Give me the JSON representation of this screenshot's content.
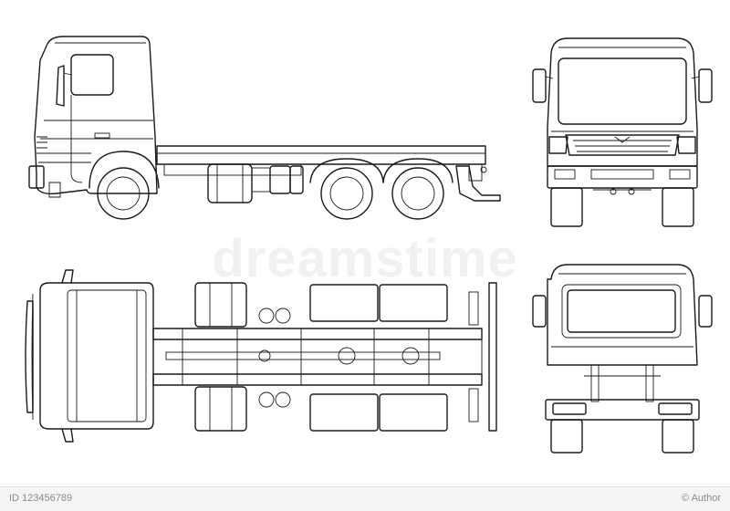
{
  "watermark": {
    "text": "dreamstime"
  },
  "credit": {
    "id": "ID 123456789",
    "author": "© Author"
  },
  "colors": {
    "stroke": "#1a1a1a",
    "background": "#ffffff"
  },
  "views": [
    "side-view",
    "front-view",
    "top-view",
    "rear-view"
  ]
}
